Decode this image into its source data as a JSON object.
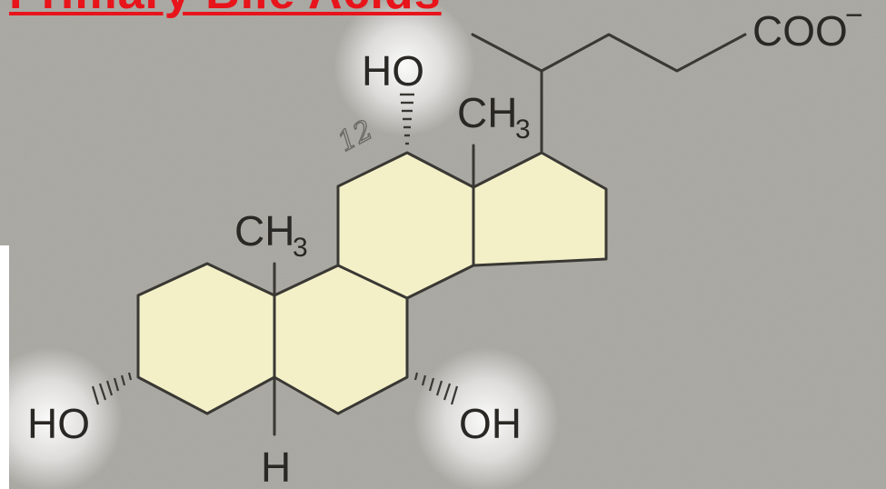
{
  "title": "Primary Bile Acids",
  "labels": {
    "carboxylate": "COO",
    "carboxylate_charge": "−",
    "ho_c12": "HO",
    "ch3_c18_main": "CH",
    "ch3_c18_sub": "3",
    "ch3_c19_main": "CH",
    "ch3_c19_sub": "3",
    "ho_c3": "HO",
    "oh_c7": "OH",
    "h_c5": "H",
    "handwritten_note": "12"
  },
  "colors": {
    "title": "#e8141b",
    "background": "#a9a7a1",
    "ring_fill": "#f3f0c8",
    "bond": "#3a3833",
    "text": "#2a2824"
  }
}
